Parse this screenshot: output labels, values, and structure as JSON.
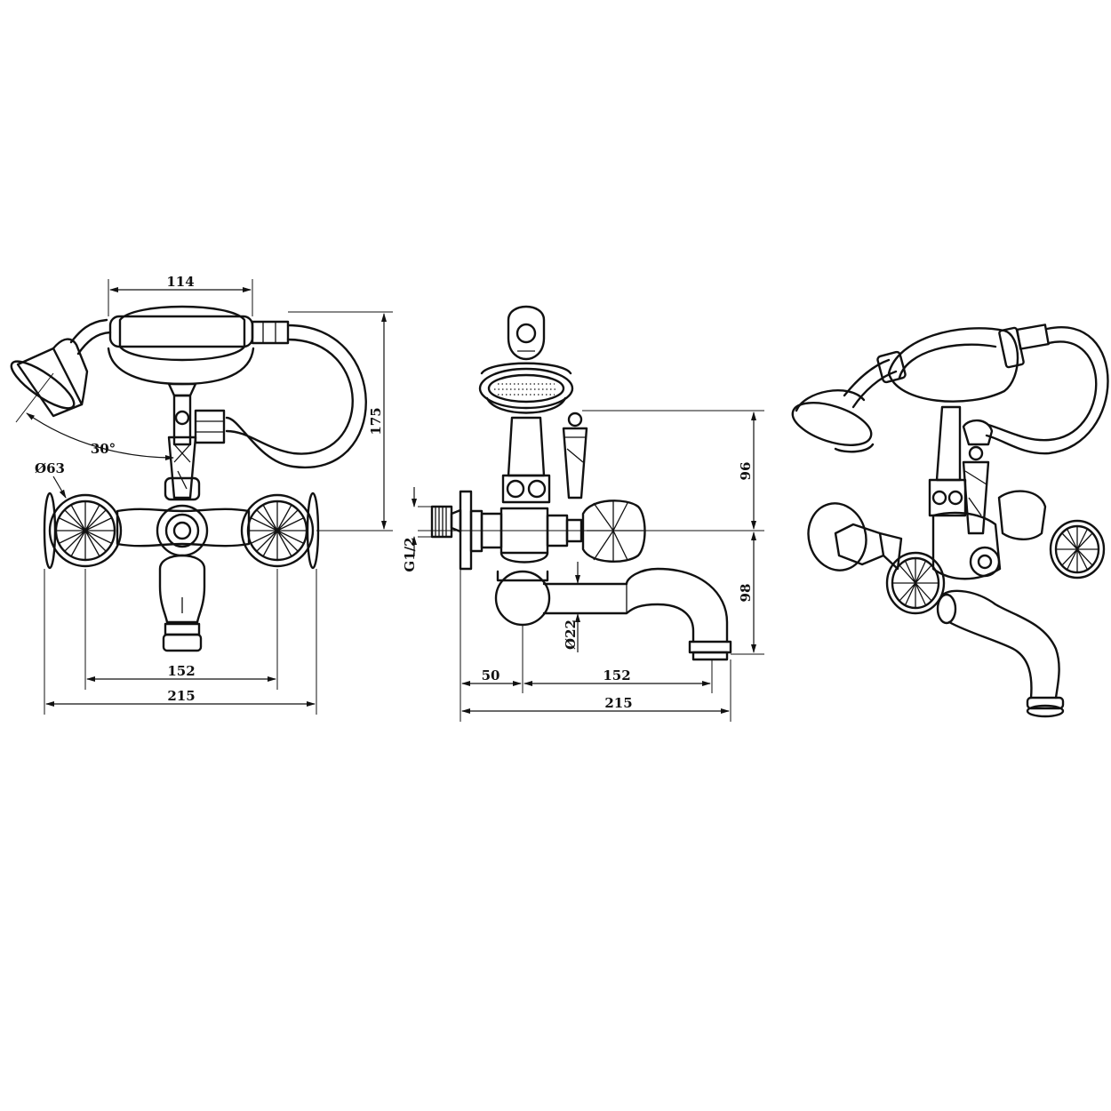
{
  "front_view": {
    "dim_handshower_width": "114",
    "dim_height": "175",
    "dim_angle": "30°",
    "dim_knob_diameter": "Ø63",
    "dim_centers": "152",
    "dim_overall_width": "215"
  },
  "side_view": {
    "dim_thread": "G1/2",
    "dim_upper_height": "96",
    "dim_lower_height": "98",
    "dim_spout_diameter": "Ø22",
    "dim_wall_offset": "50",
    "dim_spout_reach": "152",
    "dim_overall_depth": "215"
  },
  "colors": {
    "line": "#111111",
    "background": "#ffffff"
  }
}
